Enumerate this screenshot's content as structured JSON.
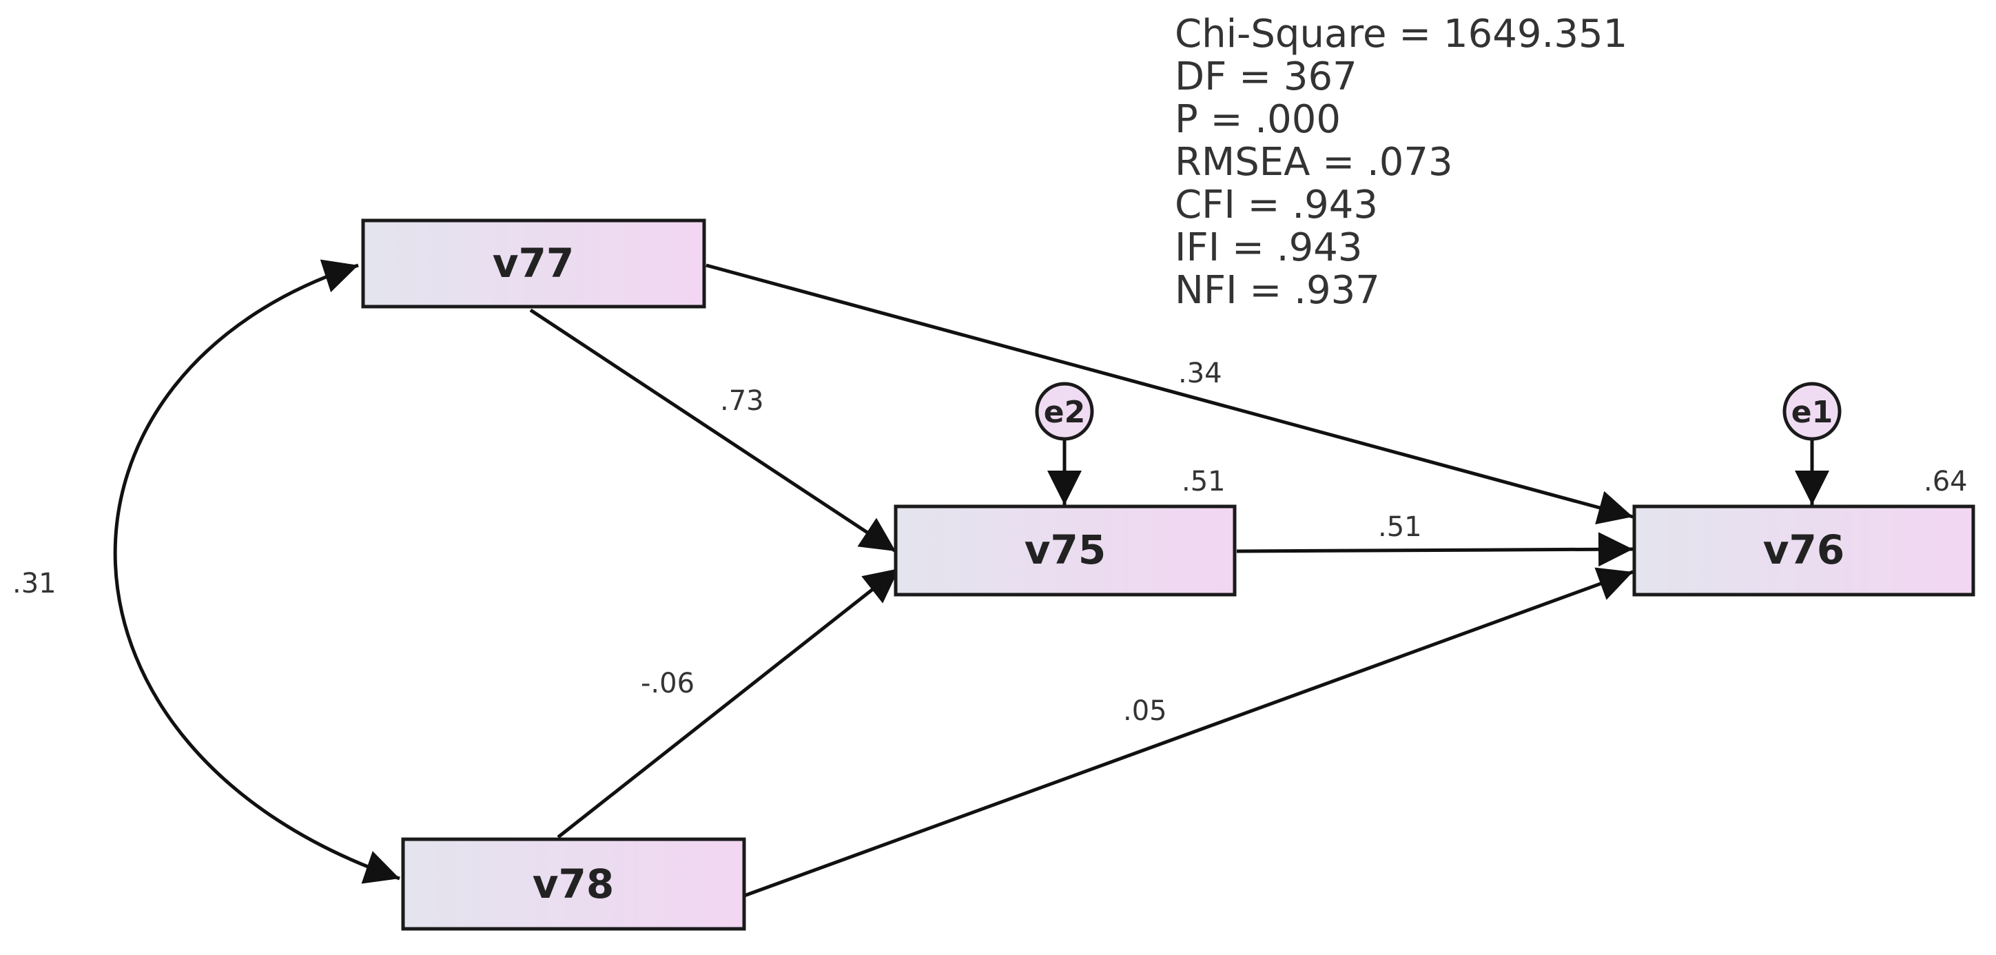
{
  "fit_stats": [
    "Chi-Square = 1649.351",
    "DF = 367",
    "P = .000",
    "RMSEA = .073",
    "CFI = .943",
    "IFI = .943",
    "NFI = .937"
  ],
  "nodes": {
    "v77": {
      "label": "v77"
    },
    "v78": {
      "label": "v78"
    },
    "v75": {
      "label": "v75",
      "r2": ".51"
    },
    "v76": {
      "label": "v76",
      "r2": ".64"
    }
  },
  "errors": {
    "e2": {
      "label": "e2"
    },
    "e1": {
      "label": "e1"
    }
  },
  "paths": {
    "v77_v75": ".73",
    "v77_v76": ".34",
    "v78_v75": "-.06",
    "v78_v76": ".05",
    "v75_v76": ".51",
    "v77_v78_cov": ".31"
  },
  "colors": {
    "node_fill_left": "#e3e4ee",
    "node_fill_right": "#f2d6f2",
    "error_fill": "#f0dcf2",
    "line": "#111111"
  }
}
